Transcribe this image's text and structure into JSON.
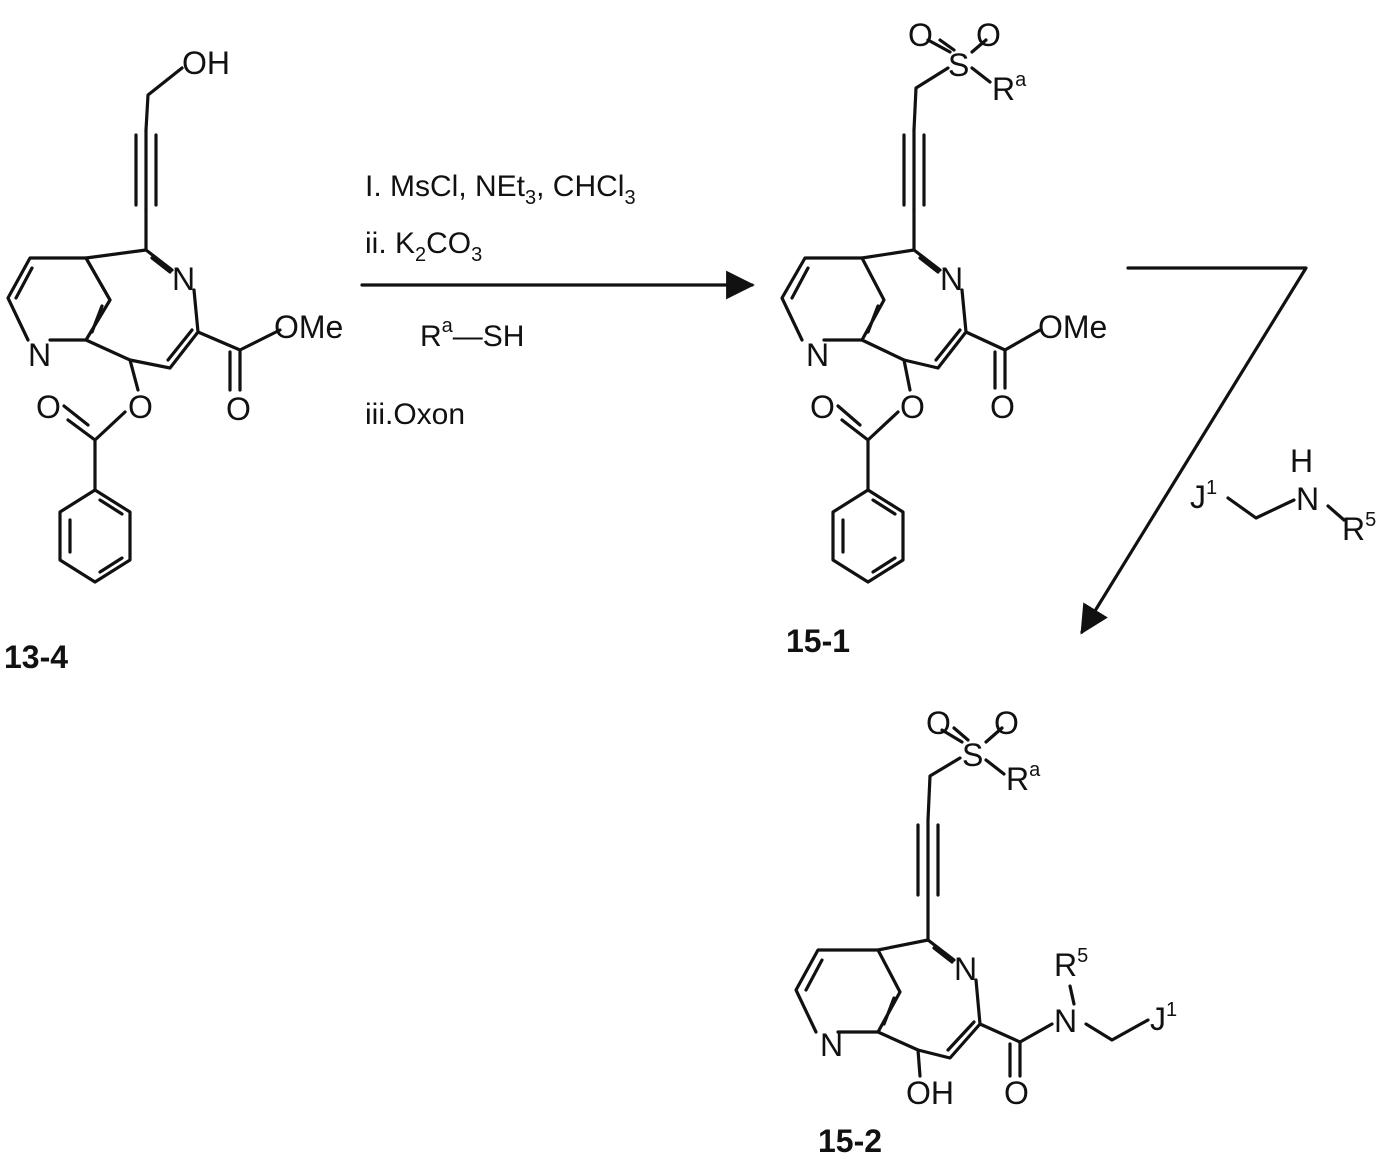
{
  "compounds": {
    "c13_4": {
      "id": "13-4"
    },
    "c15_1": {
      "id": "15-1"
    },
    "c15_2": {
      "id": "15-2"
    }
  },
  "atoms": {
    "oh": "OH",
    "n": "N",
    "o": "O",
    "ome": "OMe",
    "s": "S",
    "ra_r": "R",
    "ra_a": "a",
    "h": "H",
    "r5_r": "R",
    "r5_5": "5",
    "j1_j": "J",
    "j1_1": "1"
  },
  "reagents": {
    "step1": "I. MsCl, NEt",
    "step1_sub": "3",
    "step1_tail": ", CHCl",
    "step1_sub2": "3",
    "step2": "ii.  K",
    "step2_sub": "2",
    "step2_tail": "CO",
    "step2_sub2": "3",
    "thiol_r": "R",
    "thiol_a": "a",
    "thiol_tail": "—SH",
    "step3": "iii.Oxon"
  }
}
